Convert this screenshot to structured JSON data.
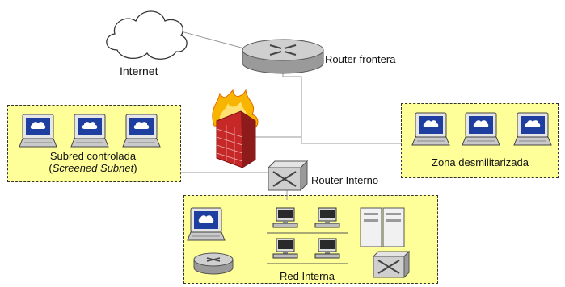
{
  "nodes": {
    "internet": "Internet",
    "router_frontera": "Router frontera",
    "router_interno": "Router  Interno"
  },
  "zones": {
    "subred": {
      "line1": "Subred controlada",
      "line2_open": "(",
      "line2_italic": "Screened Subnet",
      "line2_close": ")"
    },
    "dmz": {
      "label": "Zona desmilitarizada"
    },
    "red_interna": {
      "label": "Red Interna"
    }
  },
  "colors": {
    "zone_fill": "#ffff99",
    "monitor_screen": "#1f3fa0",
    "firewall_brick": "#c62828",
    "flames": "#f7b500"
  }
}
